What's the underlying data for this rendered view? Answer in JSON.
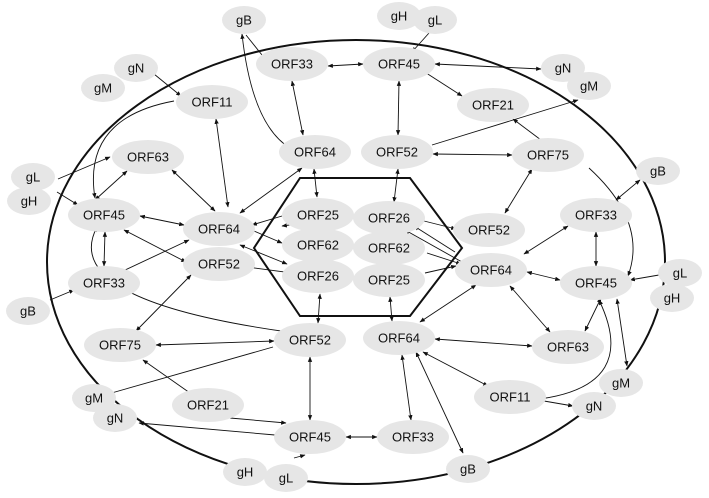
{
  "diagram": {
    "stroke_color": "#111111",
    "node_fill": "#e6e6e6",
    "nodes": [
      {
        "id": "gB_top",
        "label": "gB"
      },
      {
        "id": "gH_tr",
        "label": "gH"
      },
      {
        "id": "gL_tr",
        "label": "gL"
      },
      {
        "id": "ORF33_top",
        "label": "ORF33"
      },
      {
        "id": "ORF45_top",
        "label": "ORF45"
      },
      {
        "id": "gN_tl",
        "label": "gN"
      },
      {
        "id": "gM_tl",
        "label": "gM"
      },
      {
        "id": "ORF11_tl",
        "label": "ORF11"
      },
      {
        "id": "gN_r",
        "label": "gN"
      },
      {
        "id": "gM_r",
        "label": "gM"
      },
      {
        "id": "ORF21_top",
        "label": "ORF21"
      },
      {
        "id": "ORF64_top",
        "label": "ORF64"
      },
      {
        "id": "ORF52_top",
        "label": "ORF52"
      },
      {
        "id": "ORF75_r",
        "label": "ORF75"
      },
      {
        "id": "ORF63_l",
        "label": "ORF63"
      },
      {
        "id": "gL_l",
        "label": "gL"
      },
      {
        "id": "gH_l",
        "label": "gH"
      },
      {
        "id": "gB_r",
        "label": "gB"
      },
      {
        "id": "ORF45_l",
        "label": "ORF45"
      },
      {
        "id": "ORF64_l",
        "label": "ORF64"
      },
      {
        "id": "ORF25_hex",
        "label": "ORF25"
      },
      {
        "id": "ORF26_hex",
        "label": "ORF26"
      },
      {
        "id": "ORF52_r",
        "label": "ORF52"
      },
      {
        "id": "ORF33_r",
        "label": "ORF33"
      },
      {
        "id": "ORF62_hexl",
        "label": "ORF62"
      },
      {
        "id": "ORF62_hexr",
        "label": "ORF62"
      },
      {
        "id": "ORF52_l",
        "label": "ORF52"
      },
      {
        "id": "ORF64_r",
        "label": "ORF64"
      },
      {
        "id": "ORF33_l",
        "label": "ORF33"
      },
      {
        "id": "ORF26_hexl",
        "label": "ORF26"
      },
      {
        "id": "ORF25_hexr",
        "label": "ORF25"
      },
      {
        "id": "ORF45_r",
        "label": "ORF45"
      },
      {
        "id": "gL_r",
        "label": "gL"
      },
      {
        "id": "gH_r",
        "label": "gH"
      },
      {
        "id": "gB_l",
        "label": "gB"
      },
      {
        "id": "ORF75_l",
        "label": "ORF75"
      },
      {
        "id": "ORF52_bot",
        "label": "ORF52"
      },
      {
        "id": "ORF64_bot",
        "label": "ORF64"
      },
      {
        "id": "ORF63_r",
        "label": "ORF63"
      },
      {
        "id": "gM_br",
        "label": "gM"
      },
      {
        "id": "gM_bl",
        "label": "gM"
      },
      {
        "id": "ORF11_br",
        "label": "ORF11"
      },
      {
        "id": "gN_br",
        "label": "gN"
      },
      {
        "id": "gN_bl",
        "label": "gN"
      },
      {
        "id": "ORF21_bot",
        "label": "ORF21"
      },
      {
        "id": "ORF45_bot",
        "label": "ORF45"
      },
      {
        "id": "ORF33_bot",
        "label": "ORF33"
      },
      {
        "id": "gB_bot",
        "label": "gB"
      },
      {
        "id": "gH_bot",
        "label": "gH"
      },
      {
        "id": "gL_bot",
        "label": "gL"
      }
    ]
  }
}
